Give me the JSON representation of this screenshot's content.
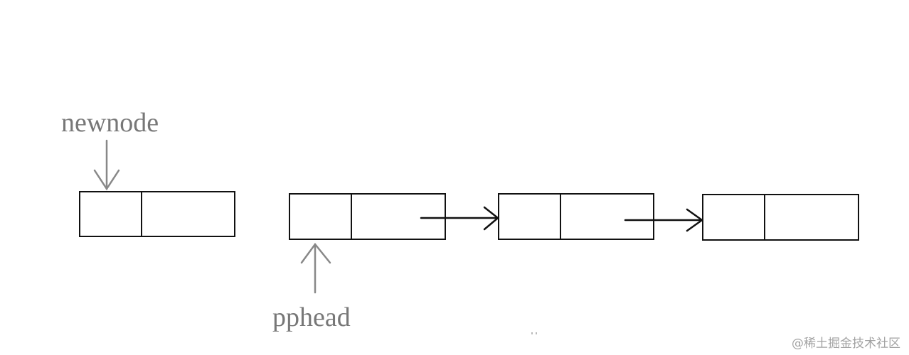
{
  "labels": {
    "newnode": "newnode",
    "pphead": "pphead"
  },
  "watermark": "@稀土掘金技术社区",
  "colors": {
    "node_border": "#111111",
    "link_arrow": "#111111",
    "pointer_label": "#777777",
    "pointer_arrow": "#888888"
  }
}
